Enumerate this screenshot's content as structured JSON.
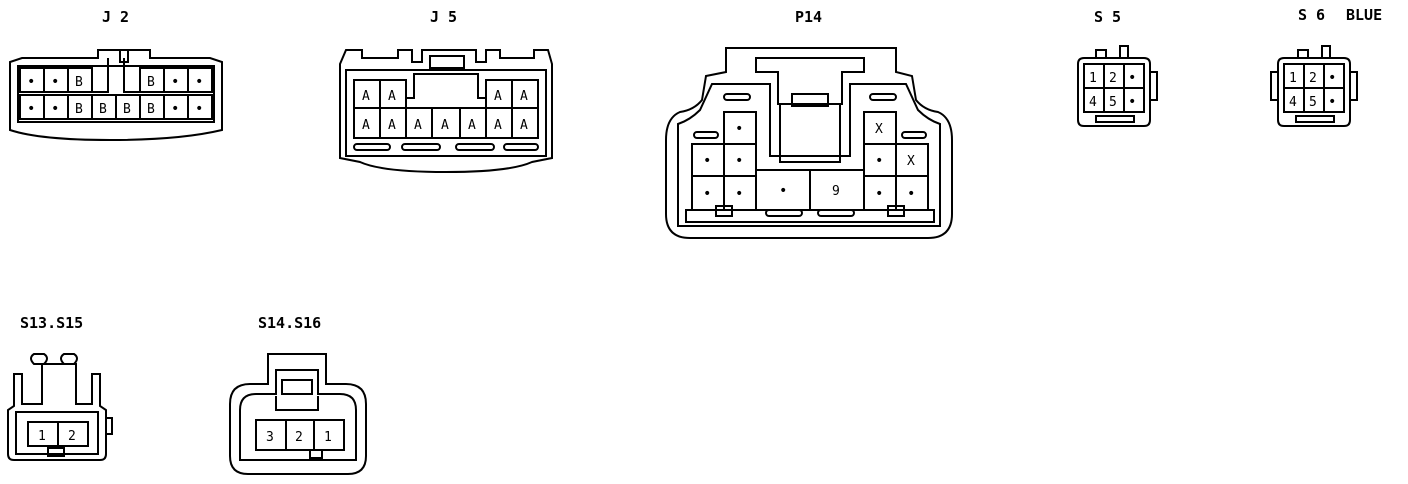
{
  "connectors": {
    "j2": {
      "label": "J 2",
      "pins_top": [
        "•",
        "•",
        "B",
        "",
        "B",
        "•",
        "•"
      ],
      "pins_bottom": [
        "•",
        "•",
        "B",
        "B",
        "B",
        "B",
        "•",
        "•"
      ]
    },
    "j5": {
      "label": "J 5",
      "pins_top": [
        "A",
        "A",
        "A",
        "A"
      ],
      "pins_bottom": [
        "A",
        "A",
        "A",
        "A",
        "A",
        "A",
        "A"
      ]
    },
    "p14": {
      "label": "P14",
      "pins": [
        "•",
        "X",
        "•",
        "•",
        "•",
        "X",
        "•",
        "•",
        "•",
        "9",
        "•",
        "•"
      ]
    },
    "s5": {
      "label": "S 5",
      "pins": [
        "1",
        "2",
        "•",
        "4",
        "5",
        "•"
      ]
    },
    "s6": {
      "label": "S 6",
      "color_note": "BLUE",
      "pins": [
        "1",
        "2",
        "•",
        "4",
        "5",
        "•"
      ]
    },
    "s13": {
      "label": "S13.S15",
      "pins": [
        "1",
        "2"
      ]
    },
    "s14": {
      "label": "S14.S16",
      "pins": [
        "3",
        "2",
        "1"
      ]
    }
  }
}
